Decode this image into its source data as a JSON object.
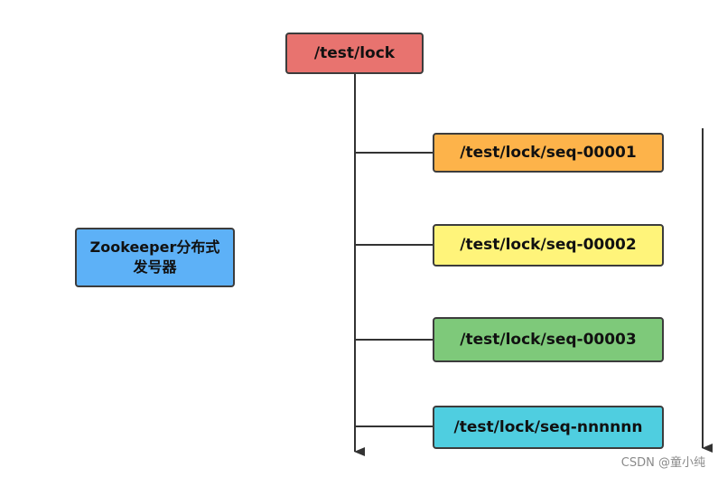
{
  "diagram": {
    "root": {
      "label": "/test/lock",
      "color": "#e8736f"
    },
    "side_note": {
      "label": "Zookeeper分布式发号器",
      "color": "#5db1f7"
    },
    "children": [
      {
        "label": "/test/lock/seq-00001",
        "color": "#fdb34a"
      },
      {
        "label": "/test/lock/seq-00002",
        "color": "#fff47a"
      },
      {
        "label": "/test/lock/seq-00003",
        "color": "#7ec97a"
      },
      {
        "label": "/test/lock/seq-nnnnnn",
        "color": "#4fcee0"
      }
    ]
  },
  "watermark": "CSDN @童小纯"
}
